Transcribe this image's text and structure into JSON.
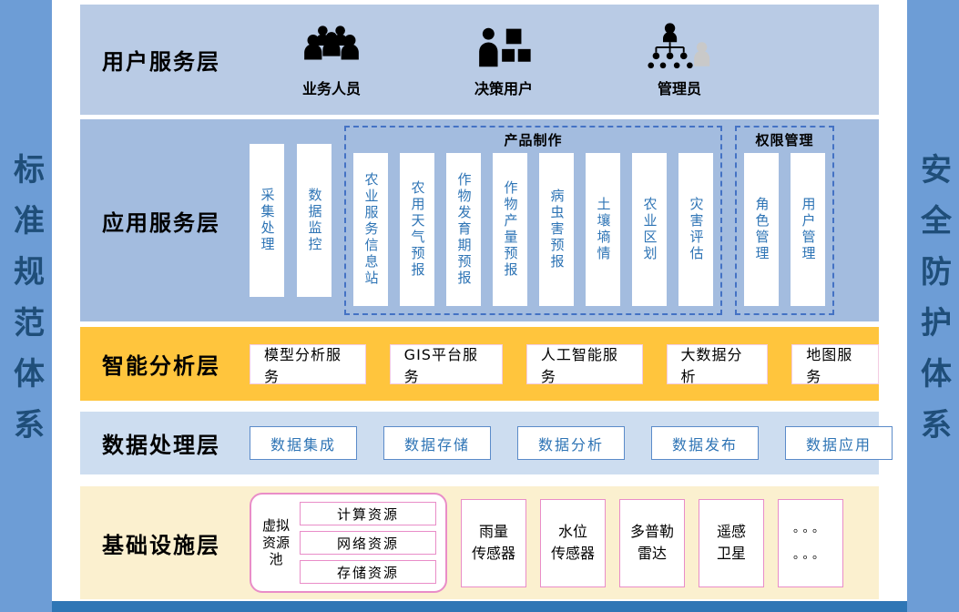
{
  "sidebars": {
    "left": "标准规范体系",
    "right": "安全防护体系"
  },
  "layers": {
    "user": {
      "label": "用户服务层",
      "roles": [
        {
          "name": "业务人员",
          "icon": "people-group-icon"
        },
        {
          "name": "决策用户",
          "icon": "person-with-blocks-icon"
        },
        {
          "name": "管理员",
          "icon": "org-chart-admin-icon"
        }
      ]
    },
    "application": {
      "label": "应用服务层",
      "standalone": [
        "采集处理",
        "数据监控"
      ],
      "groups": [
        {
          "label": "产品制作",
          "items": [
            "农业服务信息站",
            "农用天气预报",
            "作物发育期预报",
            "作物产量预报",
            "病虫害预报",
            "土壤墒情",
            "农业区划",
            "灾害评估"
          ]
        },
        {
          "label": "权限管理",
          "items": [
            "角色管理",
            "用户管理"
          ]
        }
      ]
    },
    "analysis": {
      "label": "智能分析层",
      "items": [
        "模型分析服务",
        "GIS平台服务",
        "人工智能服务",
        "大数据分析",
        "地图服务"
      ]
    },
    "data_processing": {
      "label": "数据处理层",
      "items": [
        "数据集成",
        "数据存储",
        "数据分析",
        "数据发布",
        "数据应用"
      ]
    },
    "infrastructure": {
      "label": "基础设施层",
      "pool": {
        "label": "虚拟资源池",
        "items": [
          "计算资源",
          "网络资源",
          "存储资源"
        ]
      },
      "devices": [
        "雨量\n传感器",
        "水位\n传感器",
        "多普勒\n雷达",
        "遥感\n卫星"
      ],
      "more": "。。。\n。。。"
    }
  },
  "colors": {
    "sidebar_bg": "#6D9DD6",
    "sidebar_text": "#1F4E79",
    "user_layer_bg": "#B9CBE5",
    "app_layer_bg": "#A3BCDF",
    "analysis_layer_bg": "#FFC53D",
    "data_layer_bg": "#CDDDF0",
    "infra_layer_bg": "#FBF0CF",
    "box_text_blue": "#2E74B5",
    "dashed_border_blue": "#4472C4",
    "pink_border": "#E98DC8",
    "bottom_strip": "#2F76B5"
  }
}
